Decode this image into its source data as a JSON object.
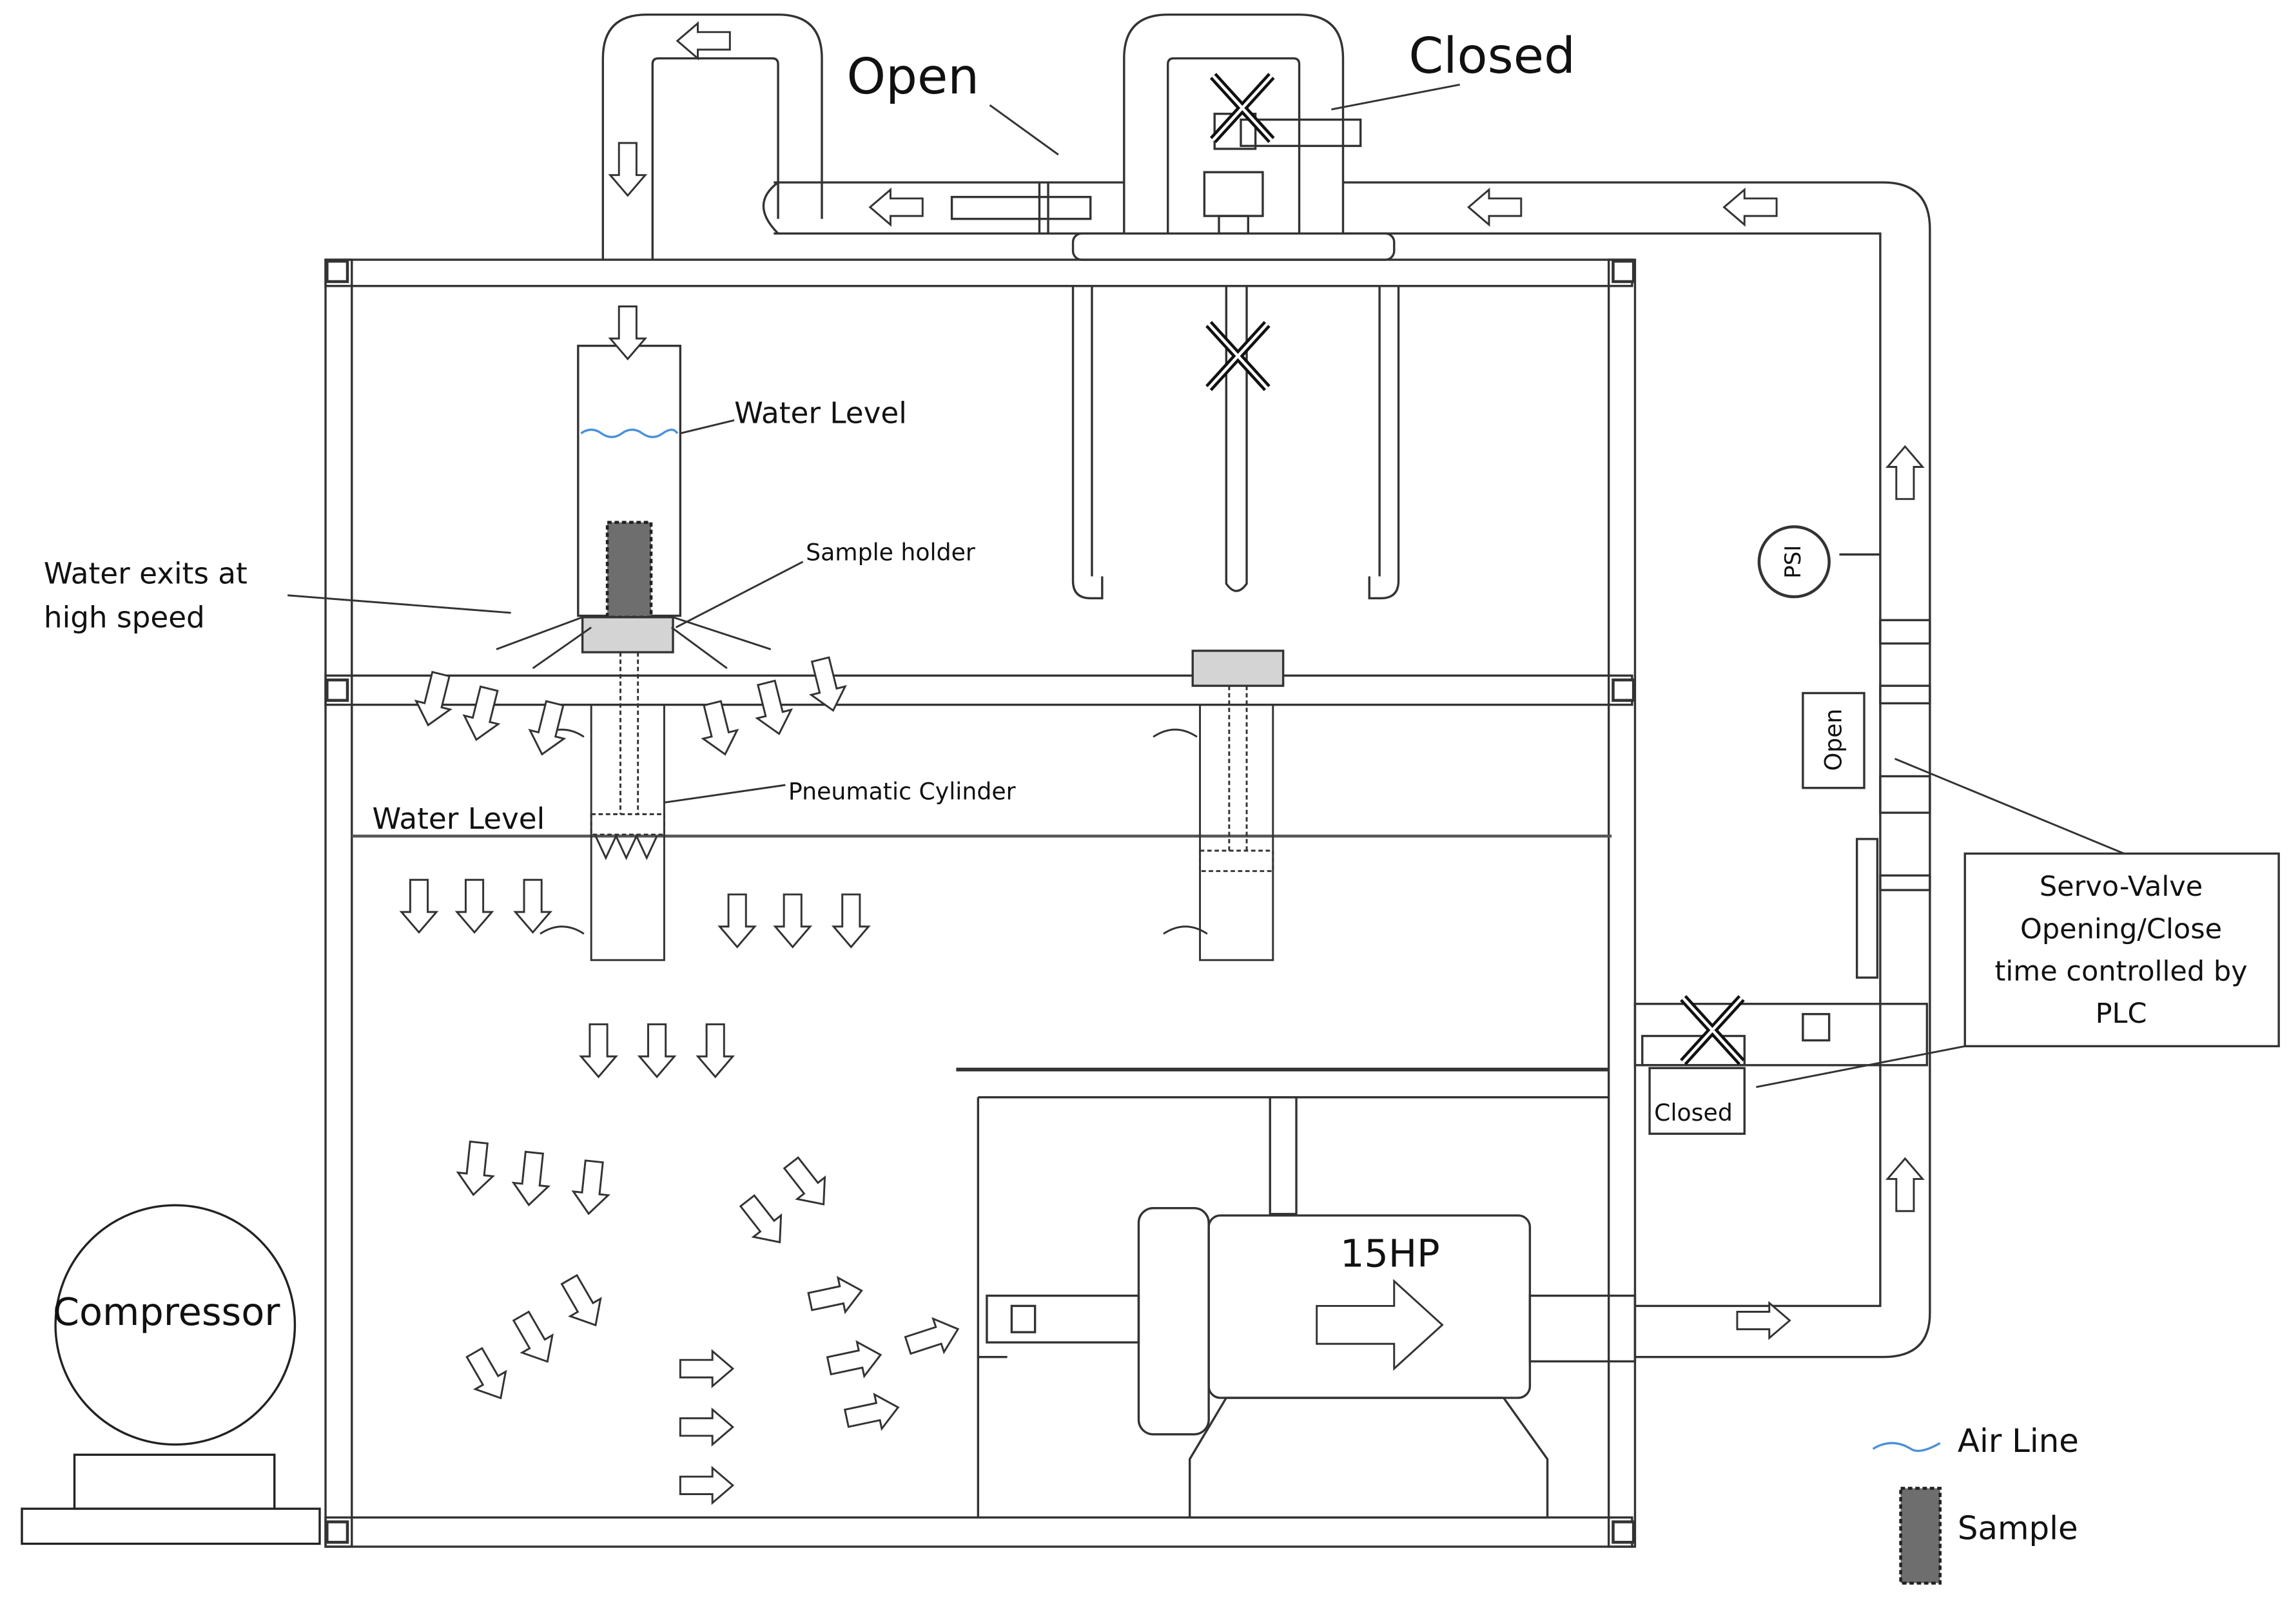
{
  "labels": {
    "open_top": "Open",
    "closed_top": "Closed",
    "water_level_column": "Water Level",
    "sample_holder": "Sample holder",
    "water_exits_line1": "Water exits at",
    "water_exits_line2": "high speed",
    "pneumatic_cylinder": "Pneumatic Cylinder",
    "water_level_tank": "Water Level",
    "servo_line1": "Servo-Valve",
    "servo_line2": "Opening/Close",
    "servo_line3": "time controlled by",
    "servo_line4": "PLC",
    "open_valve_box": "Open",
    "closed_valve_box": "Closed",
    "psi_gauge": "PSI",
    "motor_rating": "15HP",
    "compressor": "Compressor"
  },
  "legend": {
    "air_line": "Air Line",
    "sample": "Sample"
  },
  "colors": {
    "line": "#333333",
    "air_line": "#4a90d9",
    "sample_fill": "#6e6e6e",
    "holder_fill": "#d4d4d4"
  }
}
